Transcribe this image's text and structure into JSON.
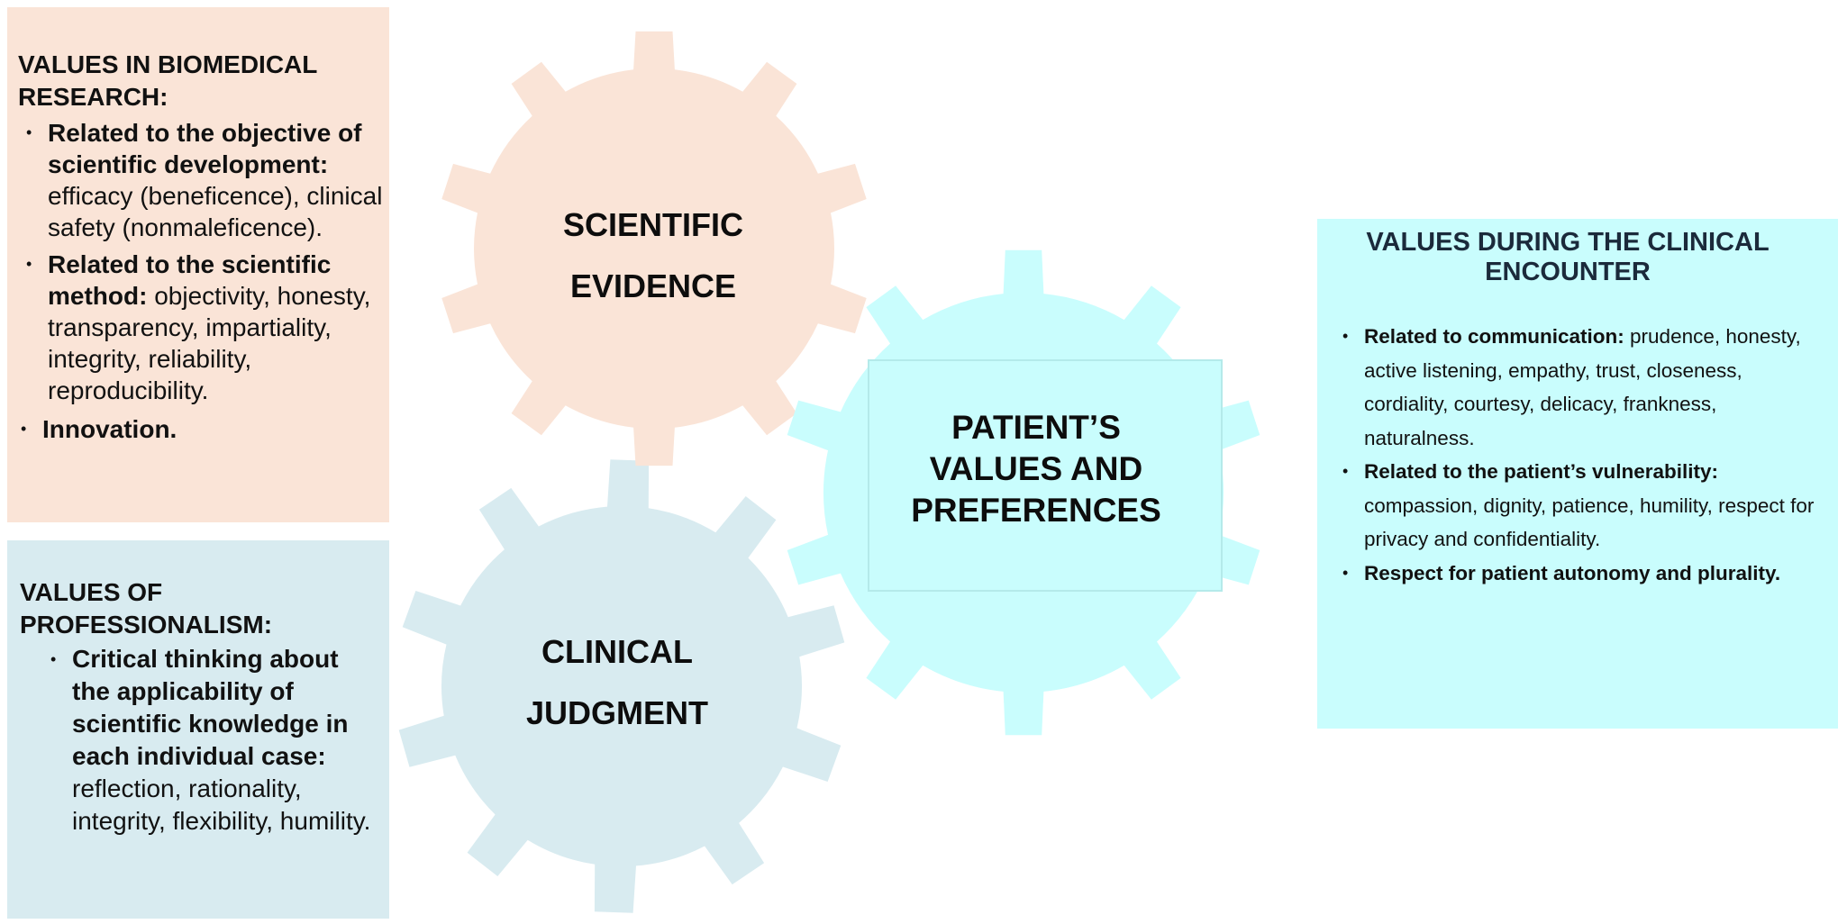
{
  "colors": {
    "research_bg": "#fae4d7",
    "professionalism_bg": "#d8ebf0",
    "encounter_bg": "#c9fdfd",
    "gear_scientific": "#fae4d7",
    "gear_clinical": "#d8ebf0",
    "gear_patient": "#c9fdfd"
  },
  "research_box": {
    "title": "VALUES IN BIOMEDICAL RESEARCH:",
    "items": [
      {
        "bold": "Related to the objective of scientific development:",
        "text": " efficacy (beneficence), clinical safety (nonmaleficence)."
      },
      {
        "bold": "Related to the scientific method:",
        "text": " objectivity, honesty, transparency, impartiality, integrity, reliability, reproducibility."
      },
      {
        "bold": "Innovation.",
        "text": ""
      }
    ]
  },
  "professionalism_box": {
    "title": "VALUES OF PROFESSIONALISM:",
    "items": [
      {
        "bold": "Critical thinking about the applicability of scientific knowledge in each individual case:",
        "text": " reflection, rationality, integrity, flexibility, humility."
      }
    ]
  },
  "encounter_box": {
    "title": "VALUES DURING THE CLINICAL ENCOUNTER",
    "items": [
      {
        "bold": "Related to communication:",
        "text": " prudence, honesty, active listening, empathy, trust, closeness, cordiality, courtesy, delicacy, frankness, naturalness."
      },
      {
        "bold": "Related to the patient’s vulnerability:",
        "text": " compassion, dignity, patience, humility, respect for privacy and confidentiality."
      },
      {
        "bold": "Respect for patient autonomy and plurality.",
        "text": ""
      }
    ]
  },
  "gears": {
    "scientific": {
      "line1": "SCIENTIFIC",
      "line2": "EVIDENCE"
    },
    "clinical": {
      "line1": "CLINICAL",
      "line2": "JUDGMENT"
    },
    "patient": {
      "line1": "PATIENT’S",
      "line2": "VALUES AND",
      "line3": "PREFERENCES"
    }
  },
  "bullet_char": "•"
}
